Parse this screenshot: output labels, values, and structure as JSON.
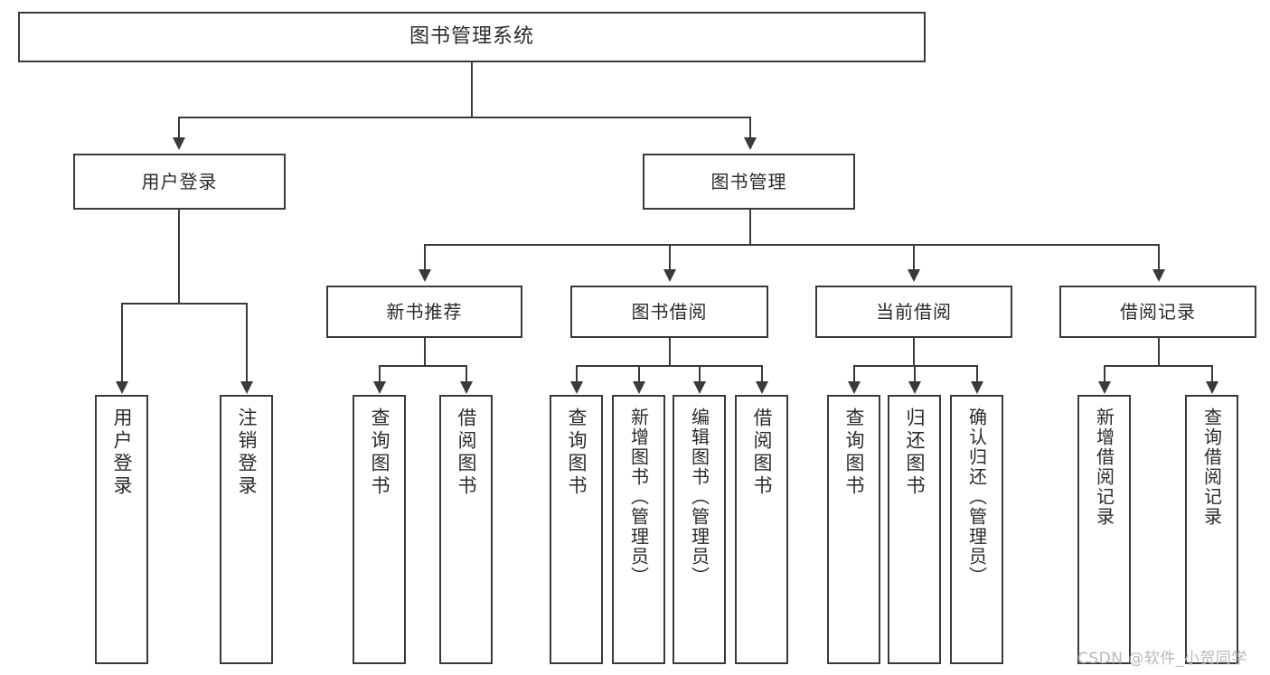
{
  "diagram": {
    "title": "图书管理系统",
    "type": "功能结构图",
    "root": {
      "id": "root",
      "label": "图书管理系统"
    },
    "level2": [
      {
        "id": "user-login",
        "label": "用户登录"
      },
      {
        "id": "book-manage",
        "label": "图书管理"
      }
    ],
    "level3": [
      {
        "id": "new-book-rec",
        "label": "新书推荐",
        "parent": "book-manage"
      },
      {
        "id": "book-borrow",
        "label": "图书借阅",
        "parent": "book-manage"
      },
      {
        "id": "current-borrow",
        "label": "当前借阅",
        "parent": "book-manage"
      },
      {
        "id": "borrow-record",
        "label": "借阅记录",
        "parent": "book-manage"
      }
    ],
    "leaves": [
      {
        "id": "leaf-user-login",
        "label": "用户登录",
        "parent": "user-login"
      },
      {
        "id": "leaf-logout",
        "label": "注销登录",
        "parent": "user-login"
      },
      {
        "id": "leaf-query-book-1",
        "label": "查询图书",
        "parent": "new-book-rec"
      },
      {
        "id": "leaf-borrow-book-1",
        "label": "借阅图书",
        "parent": "new-book-rec"
      },
      {
        "id": "leaf-query-book-2",
        "label": "查询图书",
        "parent": "book-borrow"
      },
      {
        "id": "leaf-add-book",
        "label": "新增图书（管理员）",
        "parent": "book-borrow"
      },
      {
        "id": "leaf-edit-book",
        "label": "编辑图书（管理员）",
        "parent": "book-borrow"
      },
      {
        "id": "leaf-borrow-book-2",
        "label": "借阅图书",
        "parent": "book-borrow"
      },
      {
        "id": "leaf-query-book-3",
        "label": "查询图书",
        "parent": "current-borrow"
      },
      {
        "id": "leaf-return-book",
        "label": "归还图书",
        "parent": "current-borrow"
      },
      {
        "id": "leaf-confirm-return",
        "label": "确认归还（管理员）",
        "parent": "current-borrow"
      },
      {
        "id": "leaf-add-record",
        "label": "新增借阅记录",
        "parent": "borrow-record"
      },
      {
        "id": "leaf-query-record",
        "label": "查询借阅记录",
        "parent": "borrow-record"
      }
    ],
    "colors": {
      "stroke": "#3a3a3a",
      "fill": "#ffffff",
      "text": "#2b2b2b",
      "watermark": "#b9b9b9"
    }
  },
  "watermark": {
    "text": "CSDN @软件_小贺同学"
  }
}
